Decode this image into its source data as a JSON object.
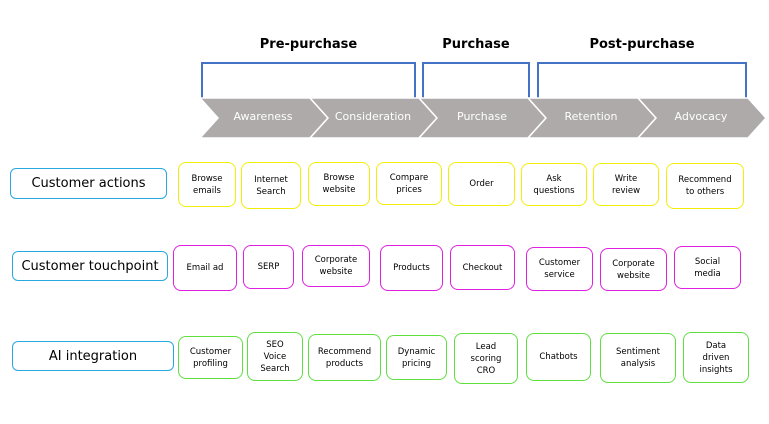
{
  "stages": [
    {
      "label": "Pre-purchase"
    },
    {
      "label": "Purchase"
    },
    {
      "label": "Post-purchase"
    }
  ],
  "journey": [
    {
      "label": "Awareness"
    },
    {
      "label": "Consideration"
    },
    {
      "label": "Purchase"
    },
    {
      "label": "Retention"
    },
    {
      "label": "Advocacy"
    }
  ],
  "colors": {
    "bracket": "#4472c4",
    "chevron": "#aeaaaa",
    "row_label_border": "#29a8e0",
    "actions_border": "#f2ee0a",
    "touchpoint_border": "#e020e0",
    "ai_border": "#5fe040"
  },
  "rows": {
    "actions": {
      "label": "Customer actions",
      "items": [
        "Browse\nemails",
        "Internet\nSearch",
        "Browse\nwebsite",
        "Compare\nprices",
        "Order",
        "Ask\nquestions",
        "Write\nreview",
        "Recommend\nto others"
      ]
    },
    "touchpoints": {
      "label": "Customer touchpoint",
      "items": [
        "Email ad",
        "SERP",
        "Corporate\nwebsite",
        "Products",
        "Checkout",
        "Customer\nservice",
        "Corporate\nwebsite",
        "Social\nmedia"
      ]
    },
    "ai": {
      "label": "AI integration",
      "items": [
        "Customer\nprofiling",
        "SEO\nVoice\nSearch",
        "Recommend\nproducts",
        "Dynamic\npricing",
        "Lead\nscoring\nCRO",
        "Chatbots",
        "Sentiment\nanalysis",
        "Data\ndriven\ninsights"
      ]
    }
  }
}
